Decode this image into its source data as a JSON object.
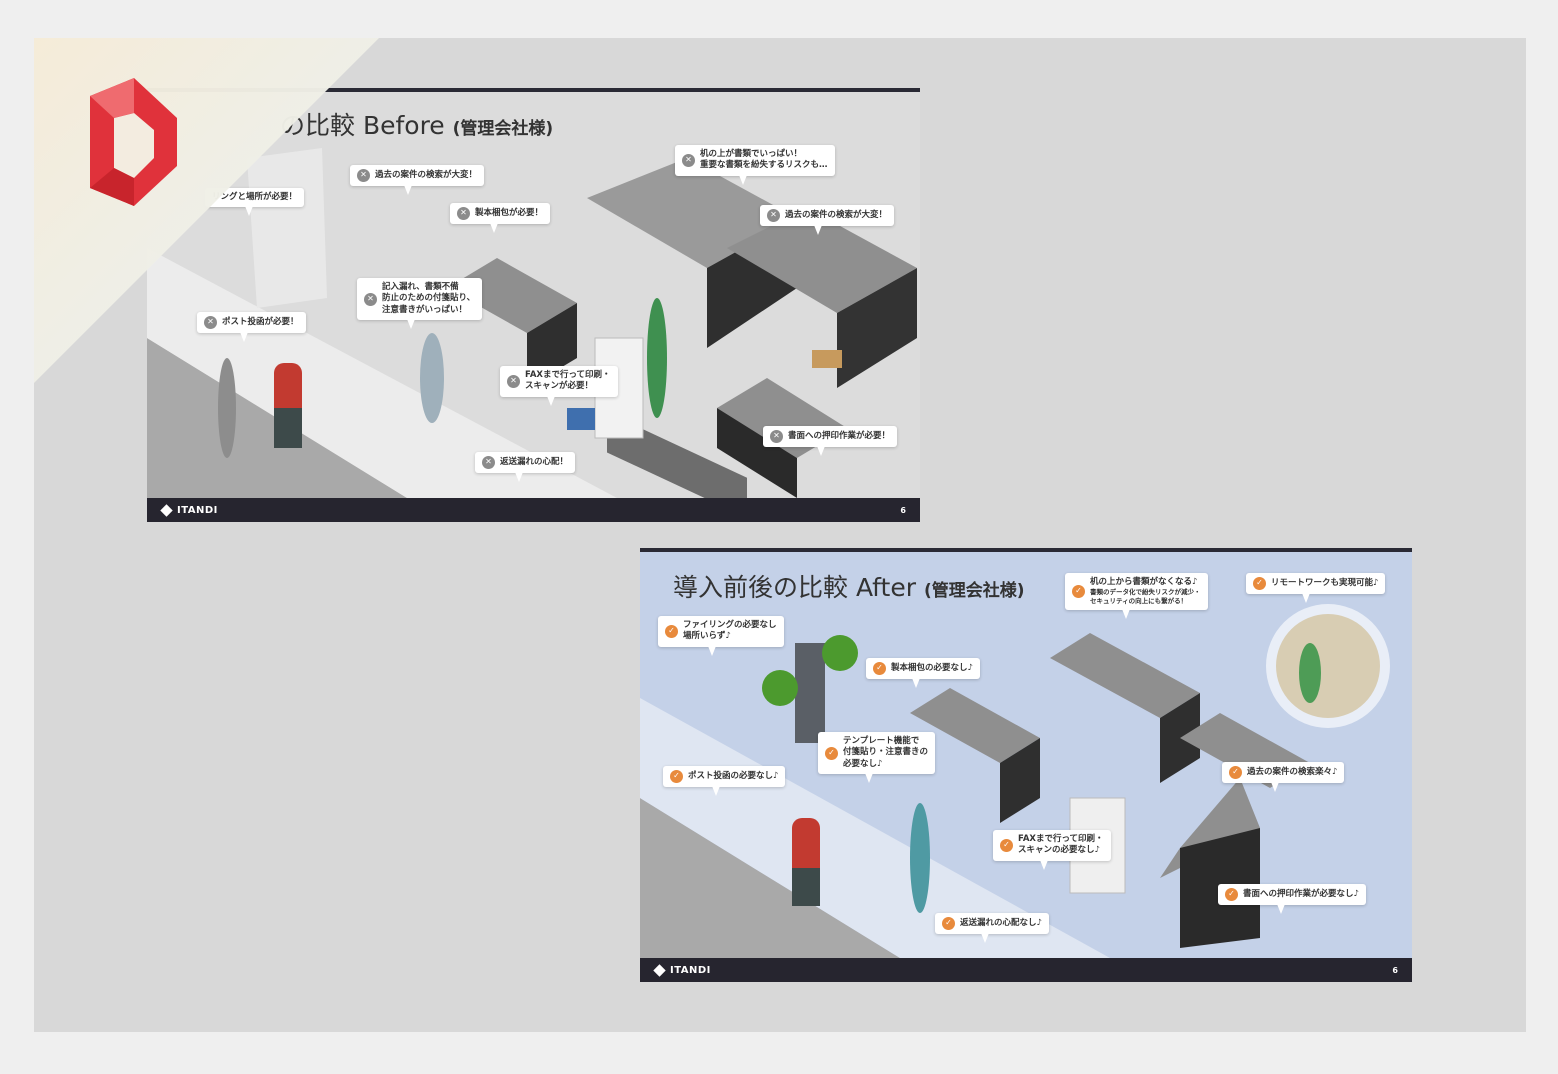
{
  "colors": {
    "accent_after": "#e88a3c",
    "before_icon": "#8b8b8b",
    "footer": "#26252f",
    "after_bg": "#c4d1e8",
    "before_bg": "#dcdcdc"
  },
  "before": {
    "title": "の比較 Before",
    "title_suffix": "(管理会社様)",
    "brand": "ITANDI",
    "page": "6",
    "callouts": [
      {
        "lines": [
          "リングと場所が必要！"
        ]
      },
      {
        "lines": [
          "過去の案件の検索が大変！"
        ]
      },
      {
        "lines": [
          "製本梱包が必要！"
        ]
      },
      {
        "lines": [
          "机の上が書類でいっぱい！",
          "重要な書類を紛失するリスクも…"
        ]
      },
      {
        "lines": [
          "過去の案件の検索が大変！"
        ]
      },
      {
        "lines": [
          "記入漏れ、書類不備",
          "防止のための付箋貼り、",
          "注意書きがいっぱい！"
        ]
      },
      {
        "lines": [
          "ポスト投函が必要！"
        ]
      },
      {
        "lines": [
          "FAXまで行って印刷・",
          "スキャンが必要！"
        ]
      },
      {
        "lines": [
          "書面への押印作業が必要！"
        ]
      },
      {
        "lines": [
          "返送漏れの心配！"
        ]
      }
    ]
  },
  "after": {
    "title": "導入前後の比較 After",
    "title_suffix": "(管理会社様)",
    "brand": "ITANDI",
    "page": "6",
    "callouts": [
      {
        "lines": [
          "机の上から書類がなくなる♪",
          "書類のデータ化で紛失リスクが減少・",
          "セキュリティの向上にも繋がる！"
        ]
      },
      {
        "lines": [
          "リモートワークも実現可能♪"
        ]
      },
      {
        "lines": [
          "ファイリングの必要なし",
          "場所いらず♪"
        ]
      },
      {
        "lines": [
          "製本梱包の必要なし♪"
        ]
      },
      {
        "lines": [
          "テンプレート機能で",
          "付箋貼り・注意書きの",
          "必要なし♪"
        ]
      },
      {
        "lines": [
          "ポスト投函の必要なし♪"
        ]
      },
      {
        "lines": [
          "過去の案件の検索楽々♪"
        ]
      },
      {
        "lines": [
          "FAXまで行って印刷・",
          "スキャンの必要なし♪"
        ]
      },
      {
        "lines": [
          "書面への押印作業が必要なし♪"
        ]
      },
      {
        "lines": [
          "返送漏れの心配なし♪"
        ]
      }
    ]
  }
}
